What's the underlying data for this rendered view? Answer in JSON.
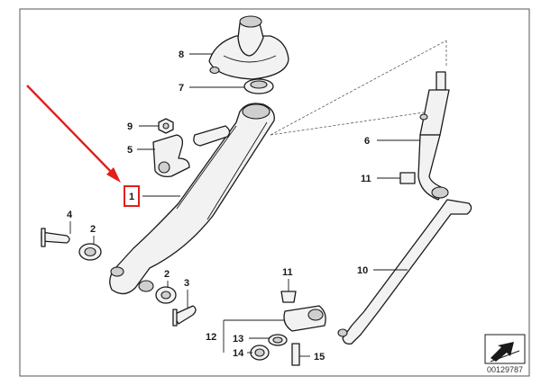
{
  "callouts": [
    {
      "id": "c8",
      "text": "8"
    },
    {
      "id": "c7",
      "text": "7"
    },
    {
      "id": "c9",
      "text": "9"
    },
    {
      "id": "c5",
      "text": "5"
    },
    {
      "id": "c1",
      "text": "1"
    },
    {
      "id": "c4",
      "text": "4"
    },
    {
      "id": "c2a",
      "text": "2"
    },
    {
      "id": "c2b",
      "text": "2"
    },
    {
      "id": "c3",
      "text": "3"
    },
    {
      "id": "c6",
      "text": "6"
    },
    {
      "id": "c11a",
      "text": "11"
    },
    {
      "id": "c10",
      "text": "10"
    },
    {
      "id": "c11b",
      "text": "11"
    },
    {
      "id": "c12",
      "text": "12"
    },
    {
      "id": "c13",
      "text": "13"
    },
    {
      "id": "c14",
      "text": "14"
    },
    {
      "id": "c15",
      "text": "15"
    }
  ],
  "highlight": {
    "target": "1",
    "color": "#e0201c"
  },
  "catalog_number": "00129787",
  "colors": {
    "line": "#1a1a1a",
    "highlight": "#e0201c",
    "frame": "#555555"
  }
}
